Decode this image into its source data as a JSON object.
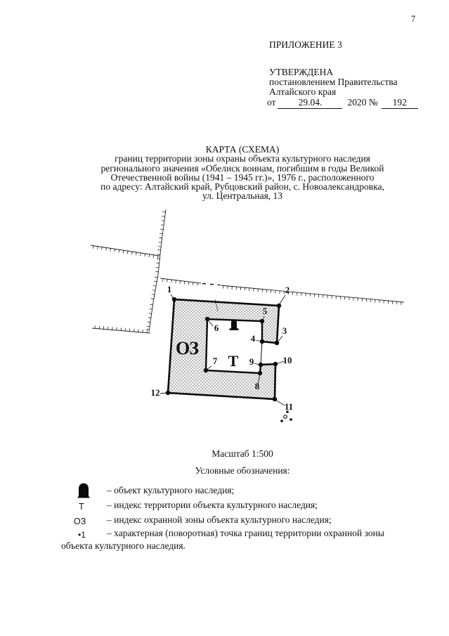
{
  "page": {
    "number": "7"
  },
  "header": {
    "appendix": "ПРИЛОЖЕНИЕ 3",
    "approved": "УТВЕРЖДЕНА",
    "approved_by_line1": "постановлением Правительства",
    "approved_by_line2": "Алтайского края",
    "date_prefix": "от",
    "date_value": "29.04.",
    "year_and_no": "2020 №",
    "doc_number": "192"
  },
  "title": {
    "line1": "КАРТА (СХЕМА)",
    "line2": "границ территории зоны охраны объекта культурного наследия",
    "line3": "регионального значения «Обелиск воинам, погибшим в годы Великой",
    "line4": "Отечественной войны (1941 – 1945 гг.)», 1976 г., расположенного",
    "line5": "по адресу: Алтайский край, Рубцовский район, с. Новоалександровка,",
    "line6": "ул. Центральная, 13"
  },
  "map": {
    "zone_label": "ОЗ",
    "territory_label": "Т",
    "points": [
      "1",
      "2",
      "3",
      "4",
      "5",
      "6",
      "7",
      "8",
      "9",
      "10",
      "11",
      "12"
    ]
  },
  "scale_text": "Масштаб 1:500",
  "legend": {
    "title": "Условные обозначения:",
    "item1_text": "– объект культурного наследия;",
    "item2_symbol": "Т",
    "item2_text": "– индекс территории объекта культурного наследия;",
    "item3_symbol": "ОЗ",
    "item3_text": "– индекс охранной зоны объекта культурного наследия;",
    "item4_symbol": "•1",
    "item4_text_line1": "– характерная (поворотная) точка границ территории охранной зоны",
    "item4_text_line2": "объекта культурного наследия."
  }
}
